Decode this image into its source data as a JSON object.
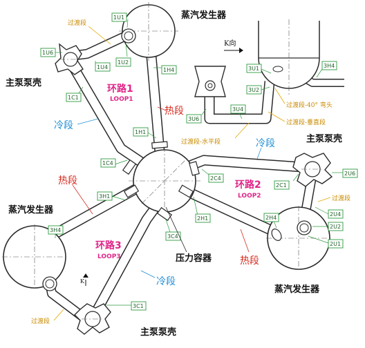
{
  "labels": {
    "sg_top": "蒸汽发生器",
    "sg_left": "蒸汽发生器",
    "sg_right": "蒸汽发生器",
    "pump_top_left": "主泵泵壳",
    "pump_right": "主泵泵壳",
    "pump_bottom": "主泵泵壳",
    "reactor_vessel": "压力容器",
    "loop1_cn": "环路1",
    "loop1_en": "LOOP1",
    "loop2_cn": "环路2",
    "loop2_en": "LOOP2",
    "loop3_cn": "环路3",
    "loop3_en": "LOOP3",
    "hot_leg_1": "热段",
    "hot_leg_2": "热段",
    "hot_leg_3": "热段",
    "cold_leg_1": "冷段",
    "cold_leg_2": "冷段",
    "cold_leg_3": "冷段",
    "crossover_top": "过渡段",
    "crossover_right": "过渡段",
    "crossover_bottom": "过渡段",
    "detail_elbow": "过渡段-40° 弯头",
    "detail_vertical": "过渡段-垂直段",
    "detail_horizontal": "过渡段-水平段",
    "view_k": "K向"
  },
  "tags": {
    "1U1": "1U1",
    "1U2": "1U2",
    "1U4": "1U4",
    "1U6": "1U6",
    "1C1": "1C1",
    "1H4": "1H4",
    "1H1": "1H1",
    "1C4": "1C4",
    "2C4": "2C4",
    "2C1": "2C1",
    "2U6": "2U6",
    "2U4": "2U4",
    "2U2": "2U2",
    "2U1": "2U1",
    "2H4": "2H4",
    "2H1": "2H1",
    "3H1": "3H1",
    "3H4": "3H4",
    "3C4": "3C4",
    "3C1": "3C1",
    "3U1": "3U1",
    "3U2": "3U2",
    "3U4": "3U4",
    "3U6": "3U6",
    "3H4_detail": "3H4"
  }
}
